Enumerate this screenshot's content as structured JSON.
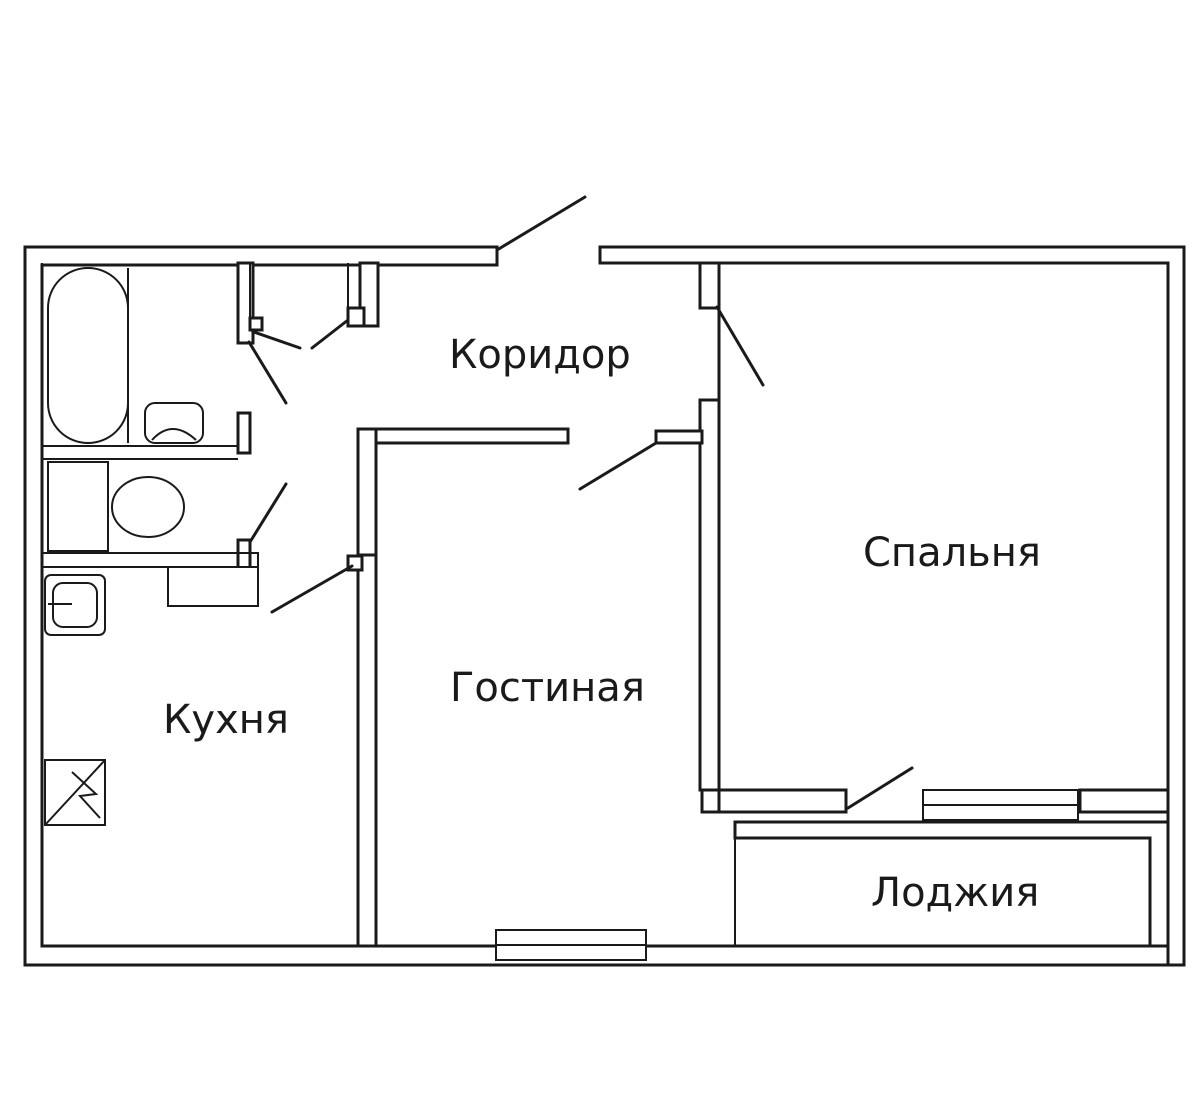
{
  "rooms": {
    "corridor": "Коридор",
    "bedroom": "Спальня",
    "living": "Гостиная",
    "kitchen": "Кухня",
    "loggia": "Лоджия"
  },
  "colors": {
    "line": "#1a1a1a",
    "background": "#ffffff"
  }
}
